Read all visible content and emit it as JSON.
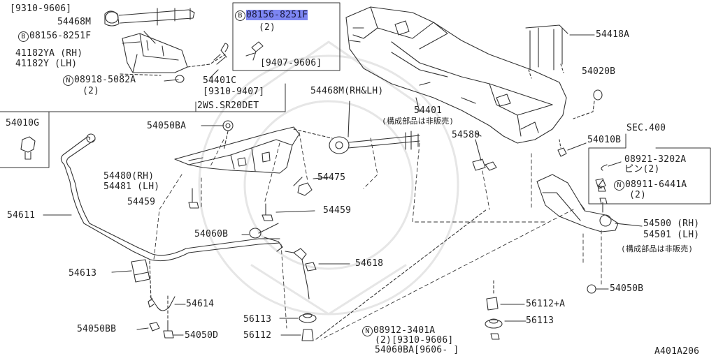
{
  "labels": {
    "date_9310_9606": "[9310-9606]",
    "p54468M": "54468M",
    "b_08156_8251F_left": "08156-8251F",
    "p41182YA": "41182YA (RH)",
    "p41182Y": "41182Y  (LH)",
    "n_08918_5082A": "08918-5082A",
    "qty_2_a": "(2)",
    "p54401C": "54401C",
    "date_9310_9407": "[9310-9407]",
    "note_2ws": "2WS.SR20DET",
    "b_08156_8251F_box": "08156-8251F",
    "qty_2_box": "(2)",
    "date_9407_9606": "[9407-9606]",
    "p54468M_rhlh": "54468M(RH&LH)",
    "p54401": "54401",
    "note_not_sold_1": "(構成部品は非販売)",
    "p54418A": "54418A",
    "p54020B": "54020B",
    "p54010G": "54010G",
    "p54050BA": "54050BA",
    "p54580": "54580",
    "p54010B": "54010B",
    "sec400": "SEC.400",
    "p08921_3202A": "08921-3202A",
    "pin_2": "ピン(2)",
    "n_08911_6441A": "08911-6441A",
    "qty_2_c": "(2)",
    "p54480": "54480(RH)",
    "p54481": "54481 (LH)",
    "p54475": "54475",
    "p54611": "54611",
    "p54459_a": "54459",
    "p54459_b": "54459",
    "p54500": "54500 (RH)",
    "p54501": "54501 (LH)",
    "note_not_sold_2": "(構成部品は非販売)",
    "p54060B": "54060B",
    "p54618": "54618",
    "p54613": "54613",
    "p54614": "54614",
    "p54050B": "54050B",
    "p56112A": "56112+A",
    "p56113_a": "56113",
    "p56113_b": "56113",
    "p54050BB": "54050BB",
    "p54050D": "54050D",
    "p56112": "56112",
    "n_08912_3401A": "08912-3401A",
    "date_9310_9606_b": "(2)[9310-9606]",
    "p54060BA": "54060BA[9606-     ]",
    "figure_id": "A401A206"
  },
  "markers": {
    "b": "B",
    "n": "N"
  },
  "colors": {
    "line": "#333333",
    "highlight": "#7d86f2"
  }
}
